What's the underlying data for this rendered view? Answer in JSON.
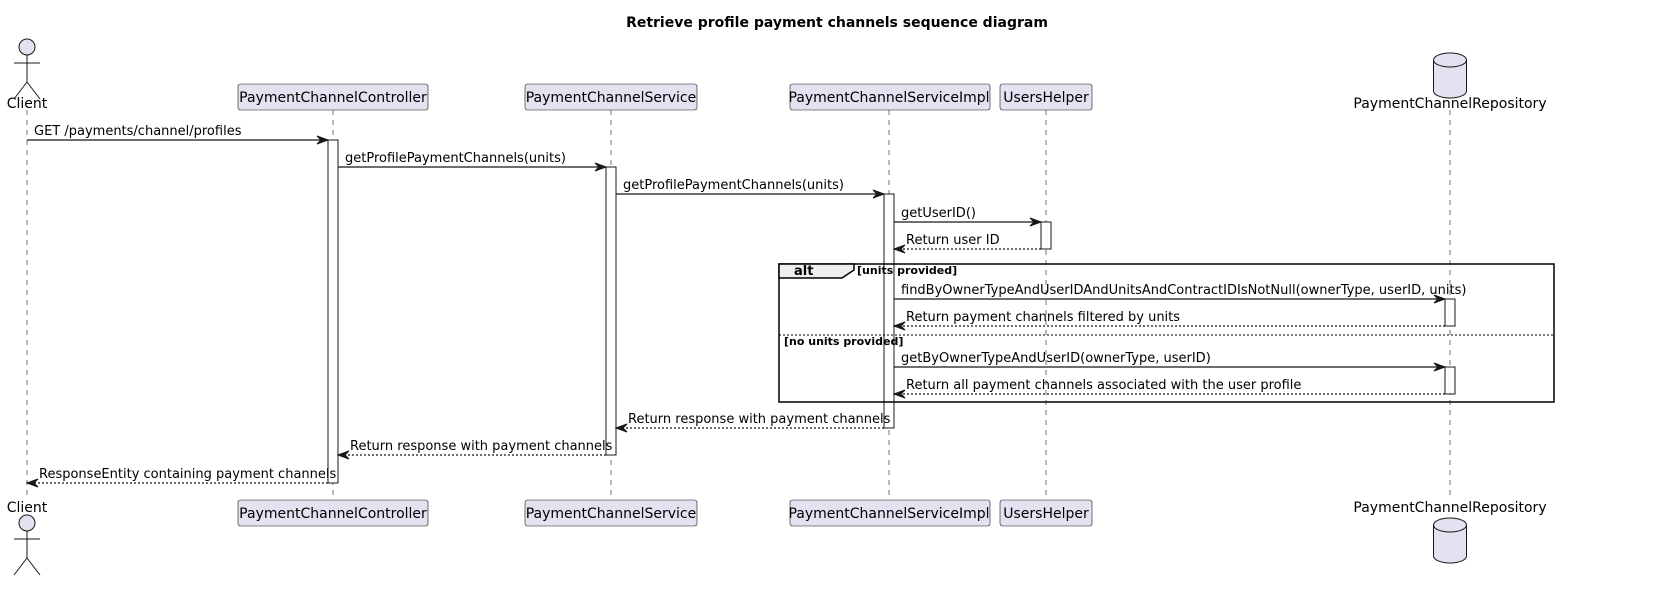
{
  "title": "Retrieve profile payment channels sequence diagram",
  "colors": {
    "participant_fill": "#E2E2F0",
    "stroke": "#181818",
    "alt_tab_fill": "#EEEEEE"
  },
  "participants": [
    {
      "id": "client",
      "label": "Client",
      "shape": "actor-icon"
    },
    {
      "id": "controller",
      "label": "PaymentChannelController",
      "shape": "box"
    },
    {
      "id": "service",
      "label": "PaymentChannelService",
      "shape": "box"
    },
    {
      "id": "impl",
      "label": "PaymentChannelServiceImpl",
      "shape": "box"
    },
    {
      "id": "helper",
      "label": "UsersHelper",
      "shape": "box"
    },
    {
      "id": "repo",
      "label": "PaymentChannelRepository",
      "shape": "database-icon"
    }
  ],
  "messages": [
    {
      "from": "client",
      "to": "controller",
      "label": "GET /payments/channel/profiles",
      "kind": "sync"
    },
    {
      "from": "controller",
      "to": "service",
      "label": "getProfilePaymentChannels(units)",
      "kind": "sync"
    },
    {
      "from": "service",
      "to": "impl",
      "label": "getProfilePaymentChannels(units)",
      "kind": "sync"
    },
    {
      "from": "impl",
      "to": "helper",
      "label": "getUserID()",
      "kind": "sync"
    },
    {
      "from": "helper",
      "to": "impl",
      "label": "Return user ID",
      "kind": "return"
    },
    {
      "from": "impl",
      "to": "repo",
      "label": "findByOwnerTypeAndUserIDAndUnitsAndContractIDIsNotNull(ownerType, userID, units)",
      "kind": "sync"
    },
    {
      "from": "repo",
      "to": "impl",
      "label": "Return payment channels filtered by units",
      "kind": "return"
    },
    {
      "from": "impl",
      "to": "repo",
      "label": "getByOwnerTypeAndUserID(ownerType, userID)",
      "kind": "sync"
    },
    {
      "from": "repo",
      "to": "impl",
      "label": "Return all payment channels associated with the user profile",
      "kind": "return"
    },
    {
      "from": "impl",
      "to": "service",
      "label": "Return response with payment channels",
      "kind": "return"
    },
    {
      "from": "service",
      "to": "controller",
      "label": "Return response with payment channels",
      "kind": "return"
    },
    {
      "from": "controller",
      "to": "client",
      "label": "ResponseEntity containing payment channels",
      "kind": "return"
    }
  ],
  "alt_frame": {
    "label": "alt",
    "guards": [
      "[units provided]",
      "[no units provided]"
    ]
  }
}
